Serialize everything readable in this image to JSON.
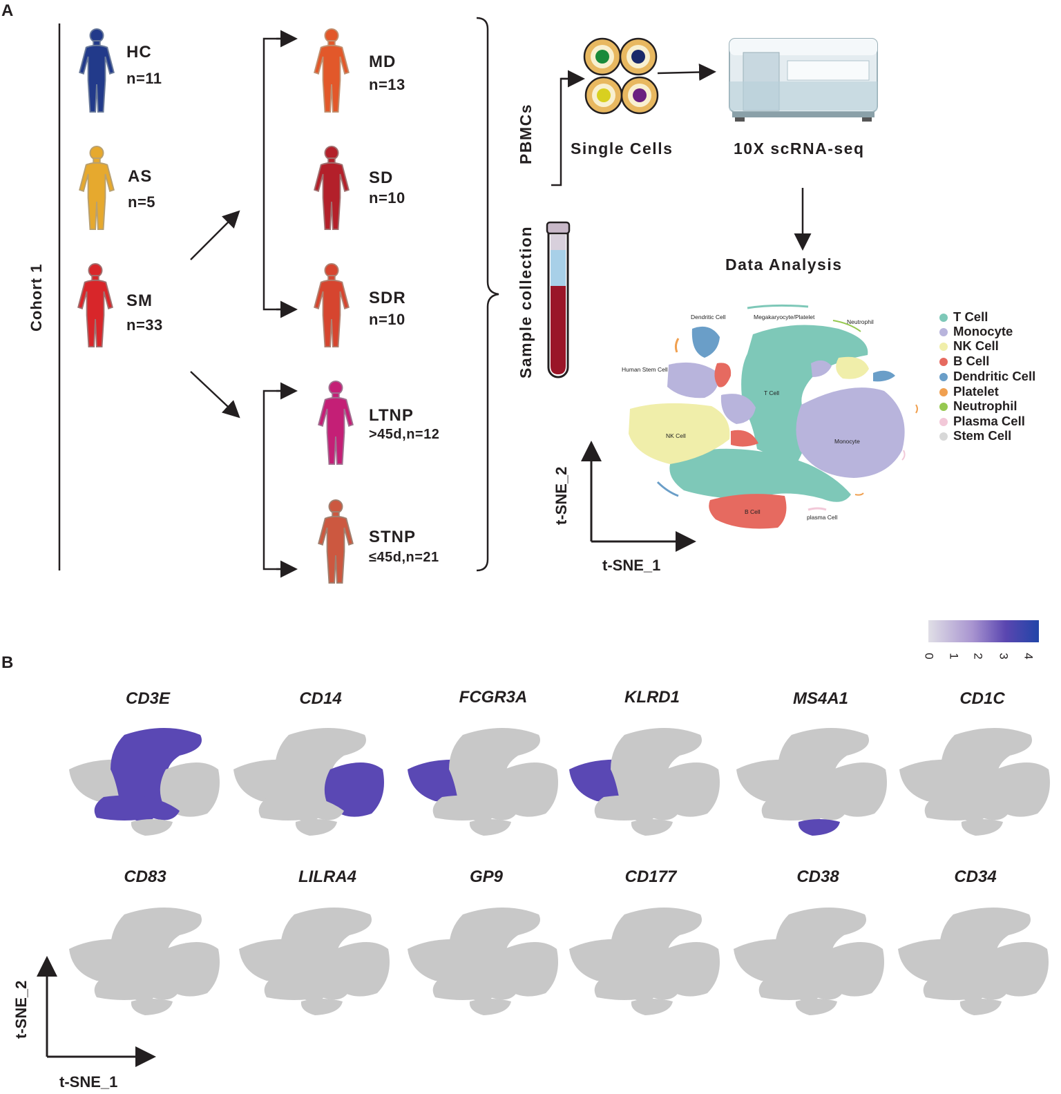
{
  "panel_a": {
    "label": "A",
    "cohort_label": "Cohort 1",
    "groups_left": [
      {
        "name": "HC",
        "n": "n=11",
        "color": "#223a8a"
      },
      {
        "name": "AS",
        "n": "n=5",
        "color": "#e6a92e"
      },
      {
        "name": "SM",
        "n": "n=33",
        "color": "#d8262a"
      }
    ],
    "groups_right": [
      {
        "name": "MD",
        "n": "n=13",
        "color": "#e2582a"
      },
      {
        "name": "SD",
        "n": "n=10",
        "color": "#b3202a"
      },
      {
        "name": "SDR",
        "n": "n=10",
        "color": "#d6452f"
      },
      {
        "name": "LTNP",
        "n": ">45d,n=12",
        "color": "#c41f76"
      },
      {
        "name": "STNP",
        "n": "≤45d,n=21",
        "color": "#cc5840"
      }
    ],
    "pbmcs_label": "PBMCs",
    "sample_collection_label": "Sample collection",
    "single_cells_label": "Single Cells",
    "seq_label": "10X scRNA-seq",
    "analysis_label": "Data Analysis",
    "axis_x": "t-SNE_1",
    "axis_y": "t-SNE_2",
    "cluster_labels": {
      "dendritic": "Dendritic Cell",
      "megakaryocyte": "Megakaryocyte/Platelet",
      "neutrophil": "Neutrophil",
      "stem": "Human Stem Cell",
      "tcell": "T Cell",
      "nk": "NK Cell",
      "monocyte": "Monocyte",
      "bcell": "B Cell",
      "plasma": "plasma Cell"
    },
    "legend": [
      {
        "label": "T Cell",
        "color": "#7ec8b8"
      },
      {
        "label": "Monocyte",
        "color": "#b8b4dc"
      },
      {
        "label": "NK Cell",
        "color": "#f0eeaa"
      },
      {
        "label": "B Cell",
        "color": "#e66a60"
      },
      {
        "label": "Dendritic Cell",
        "color": "#6a9ec8"
      },
      {
        "label": "Platelet",
        "color": "#f0a050"
      },
      {
        "label": "Neutrophil",
        "color": "#96c850"
      },
      {
        "label": "Plasma Cell",
        "color": "#f2c8d8"
      },
      {
        "label": "Stem Cell",
        "color": "#d8d8d8"
      }
    ]
  },
  "panel_b": {
    "label": "B",
    "colorbar_ticks": [
      "0",
      "1",
      "2",
      "3",
      "4"
    ],
    "colorbar_low": "#e0dfe6",
    "colorbar_high": "#2145a8",
    "genes_row1": [
      "CD3E",
      "CD14",
      "FCGR3A",
      "KLRD1",
      "MS4A1",
      "CD1C"
    ],
    "genes_row2": [
      "CD83",
      "LILRA4",
      "GP9",
      "CD177",
      "CD38",
      "CD34"
    ],
    "axis_x": "t-SNE_1",
    "axis_y": "t-SNE_2"
  }
}
